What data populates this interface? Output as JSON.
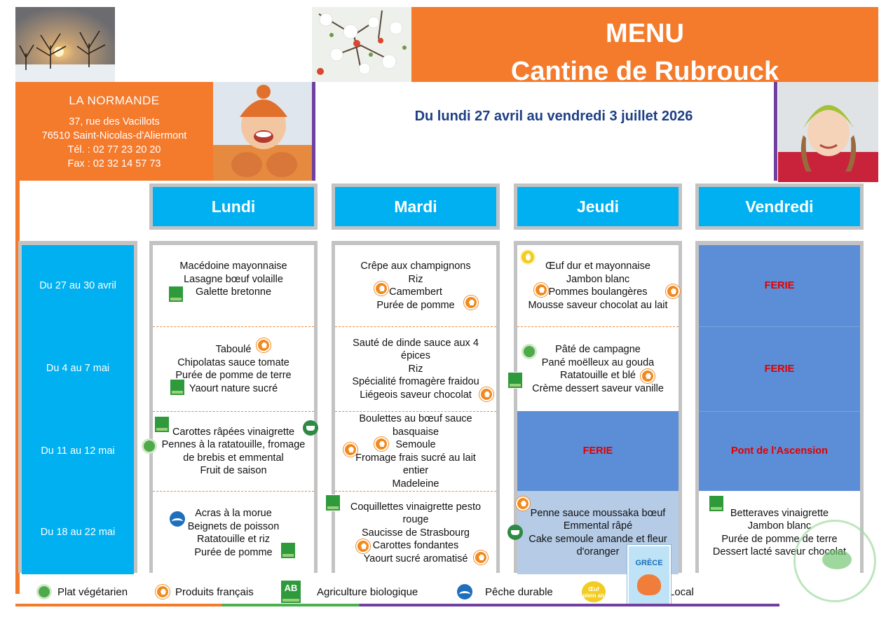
{
  "header": {
    "title_line1": "MENU",
    "title_line2": "Cantine de Rubrouck",
    "date_range": "Du lundi 27 avril au vendredi 3 juillet 2026"
  },
  "company": {
    "name": "LA NORMANDE",
    "address_line1": "37, rue des Vacillots",
    "address_line2": "76510 Saint-Nicolas-d'Aliermont",
    "phone": "Tél. : 02 77 23 20 20",
    "fax": "Fax : 02 32 14 57 73"
  },
  "days": [
    "Lundi",
    "Mardi",
    "Jeudi",
    "Vendredi"
  ],
  "weeks": [
    "Du 27 au 30 avril",
    "Du 4 au 7 mai",
    "Du 11 au 12 mai",
    "Du 18 au 22 mai"
  ],
  "menu": {
    "lundi": [
      [
        "Macédoine mayonnaise",
        "Lasagne bœuf volaille",
        "Galette bretonne"
      ],
      [
        "Taboulé",
        "Chipolatas sauce tomate",
        "Purée de pomme de terre",
        "Yaourt nature sucré"
      ],
      [
        "Carottes râpées vinaigrette",
        "Pennes à la ratatouille, fromage",
        "de brebis et emmental",
        "Fruit de saison"
      ],
      [
        "Acras à la morue",
        "Beignets de poisson",
        "Ratatouille et riz",
        "Purée de pomme"
      ]
    ],
    "mardi": [
      [
        "Crêpe aux champignons",
        "Riz",
        "Camembert",
        "Purée de pomme"
      ],
      [
        "Sauté de dinde sauce aux 4",
        "épices",
        "Riz",
        "Spécialité fromagère fraidou",
        "Liégeois saveur chocolat"
      ],
      [
        "Boulettes au bœuf sauce",
        "basquaise",
        "Semoule",
        "Fromage frais sucré au lait",
        "entier",
        "Madeleine"
      ],
      [
        "Coquillettes vinaigrette pesto",
        "rouge",
        "Saucisse de Strasbourg",
        "Carottes fondantes",
        "Yaourt sucré aromatisé"
      ]
    ],
    "jeudi": [
      [
        "Œuf dur et mayonnaise",
        "Jambon blanc",
        "Pommes boulangères",
        "Mousse saveur chocolat au lait"
      ],
      [
        "Pâté de campagne",
        "Pané moëlleux au gouda",
        "Ratatouille et blé",
        "Crème dessert saveur vanille"
      ],
      [
        "FERIE"
      ],
      [
        "Penne sauce moussaka bœuf",
        "Emmental râpé",
        "Cake semoule amande et fleur",
        "d'oranger"
      ]
    ],
    "vendredi": [
      [
        "FERIE"
      ],
      [
        "FERIE"
      ],
      [
        "Pont de l'Ascension"
      ],
      [
        "Betteraves vinaigrette",
        "Jambon blanc",
        "Purée de pomme de terre",
        "Dessert lacté saveur chocolat"
      ]
    ]
  },
  "legend": {
    "vegetarian": "Plat végétarien",
    "french": "Produits français",
    "organic": "Agriculture biologique",
    "fishing": "Pêche durable",
    "local": "Local",
    "eggs_badge": "Œuf plein air",
    "organic_badge": "AB"
  },
  "booklet": {
    "title": "GRÈCE"
  },
  "colors": {
    "orange": "#f47a2c",
    "cyan": "#00b0f0",
    "purple": "#7040a0",
    "holiday_blue": "#5b8ed6",
    "ferie_red": "#e00000",
    "date_blue": "#1d3f86"
  }
}
